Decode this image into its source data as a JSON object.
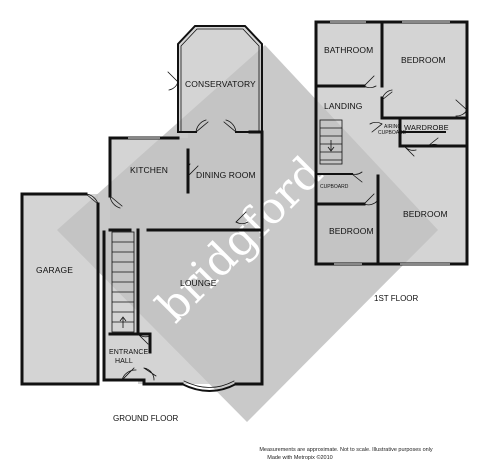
{
  "watermark": {
    "text": "bridgford"
  },
  "ground_floor": {
    "title": "GROUND FLOOR",
    "rooms": {
      "garage": "GARAGE",
      "kitchen": "KITCHEN",
      "conservatory": "CONSERVATORY",
      "dining_room": "DINING ROOM",
      "lounge": "LOUNGE",
      "entrance_hall_line1": "ENTRANCE",
      "entrance_hall_line2": "HALL"
    }
  },
  "first_floor": {
    "title": "1ST FLOOR",
    "rooms": {
      "bathroom": "BATHROOM",
      "bedroom_1": "BEDROOM",
      "landing": "LANDING",
      "airing_cupboard_line1": "AIRING",
      "airing_cupboard_line2": "CUPBOARD",
      "wardrobe": "WARDROBE",
      "cupboard": "CUPBOARD",
      "bedroom_2": "BEDROOM",
      "bedroom_3": "BEDROOM"
    }
  },
  "footer": {
    "line1": "Measurements are approximate.  Not to scale.  Illustrative purposes only",
    "line2": "Made with Metropix ©2010"
  },
  "colors": {
    "wall": "#111111",
    "room_fill": "#d4d4d4",
    "watermark": "#c2c2c2"
  }
}
